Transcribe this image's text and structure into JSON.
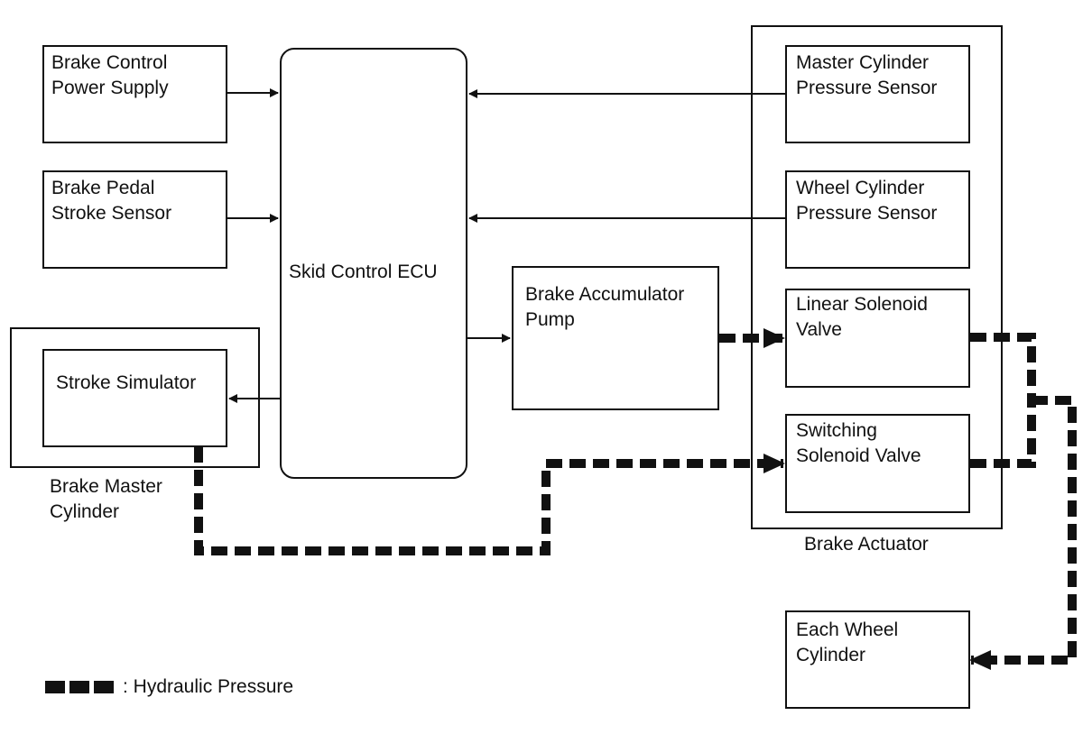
{
  "components": {
    "power_supply": "Brake Control\nPower Supply",
    "pedal_sensor": "Brake Pedal\nStroke Sensor",
    "stroke_simulator": "Stroke Simulator",
    "master_cylinder_label": "Brake Master\nCylinder",
    "ecu": "Skid Control ECU",
    "accumulator_pump": "Brake Accumulator\nPump",
    "master_pressure_sensor": "Master Cylinder\nPressure Sensor",
    "wheel_pressure_sensor": "Wheel Cylinder\nPressure Sensor",
    "linear_valve": "Linear Solenoid\nValve",
    "switching_valve": "Switching\nSolenoid Valve",
    "actuator_label": "Brake Actuator",
    "each_wheel_cylinder": "Each Wheel\nCylinder"
  },
  "legend": {
    "label": ": Hydraulic Pressure"
  },
  "colors": {
    "line": "#111111",
    "background": "#ffffff"
  }
}
